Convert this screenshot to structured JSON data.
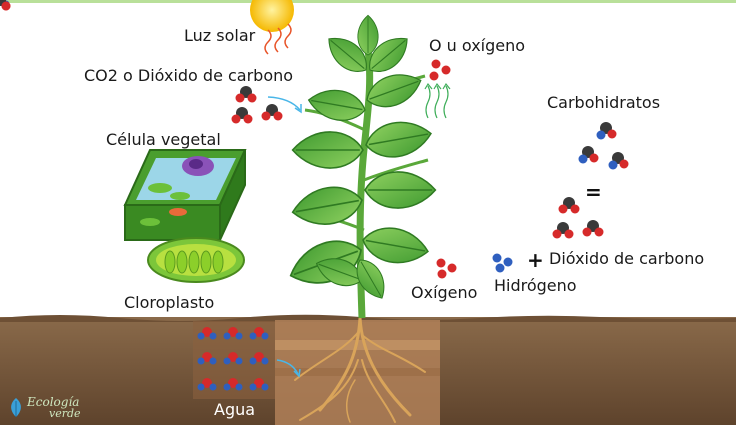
{
  "labels": {
    "sun": "Luz solar",
    "oxygen_out": "O u oxígeno",
    "co2": "CO2 o Dióxido de carbono",
    "carbs": "Carbohidratos",
    "cell": "Célula vegetal",
    "chloroplast": "Cloroplasto",
    "equals": "=",
    "plus": "+",
    "co2_short": "Dióxido de carbono",
    "oxygen": "Oxígeno",
    "hydrogen": "Hidrógeno",
    "water": "Agua"
  },
  "logo": {
    "text_line1": "Ecología",
    "text_line2": "verde"
  },
  "colors": {
    "soil": "#7a5a3c",
    "leaf": "#6fbe4a",
    "oxygen_atom": "#d62a2a",
    "carbon_atom": "#3a3a3a",
    "hydrogen_atom": "#2f5fbf"
  }
}
